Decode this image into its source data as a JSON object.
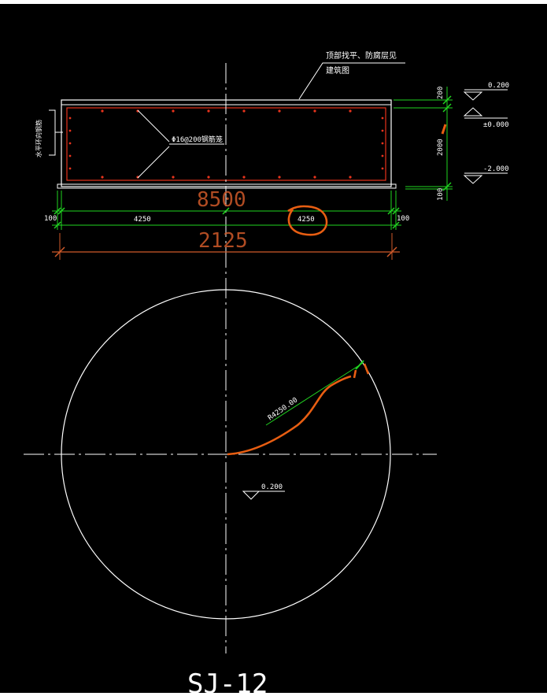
{
  "drawing": {
    "title": "SJ-12",
    "colors": {
      "background": "#000000",
      "outline": "#ffffff",
      "rebar": "#e8331c",
      "dimension": "#21d321",
      "annotation_red": "#d05a2a",
      "markup": "#e85e12"
    },
    "callouts": {
      "top_note_line1": "顶部找平、防腐层见",
      "top_note_line2": "建筑图",
      "rebar_note": "Φ16@200钢筋笼",
      "side_note": "水平环向钢筋"
    },
    "elevations": {
      "top": "0.200",
      "ground": "±0.000",
      "bottom": "-2.000",
      "plan_level": "0.200"
    },
    "vertical_dims": {
      "top_slab": "200",
      "wall_height": "2000",
      "bottom_slab": "100"
    },
    "horizontal_dims": {
      "left_edge": "100",
      "left_half": "4250",
      "right_half": "4250",
      "right_edge": "100"
    },
    "big_annotations": {
      "diameter": "8500",
      "under_dimension": "2125"
    },
    "plan": {
      "radius_label": "R4250.00"
    }
  }
}
